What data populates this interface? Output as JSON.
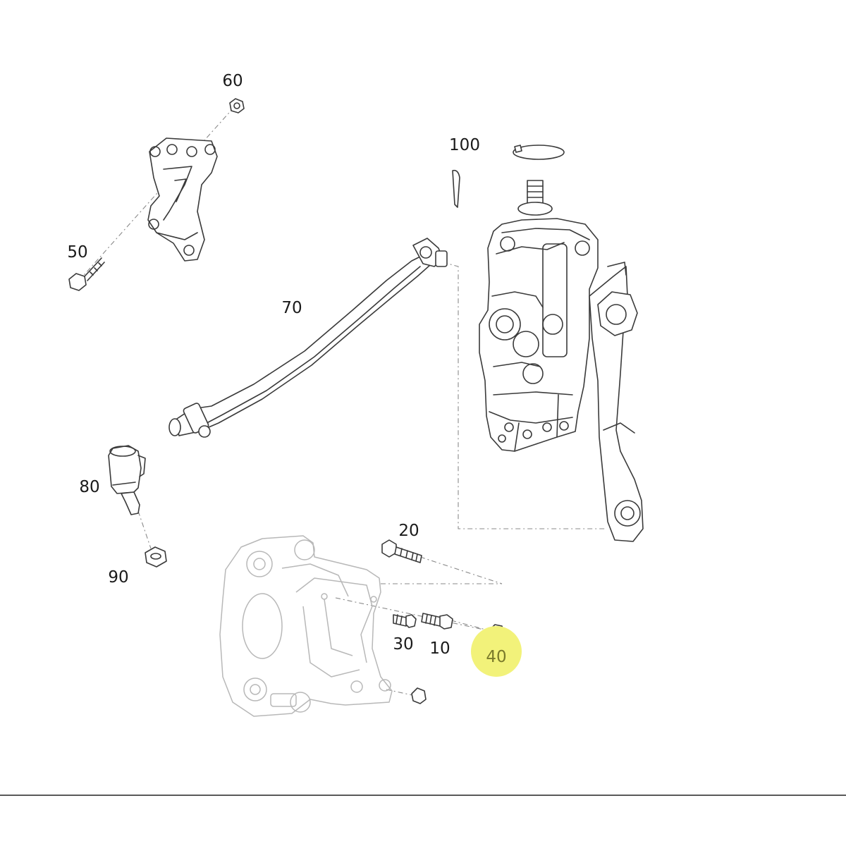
{
  "diagram": {
    "callouts": [
      {
        "id": "c60",
        "text": "60"
      },
      {
        "id": "c100",
        "text": "100"
      },
      {
        "id": "c50",
        "text": "50"
      },
      {
        "id": "c70",
        "text": "70"
      },
      {
        "id": "c80",
        "text": "80"
      },
      {
        "id": "c20",
        "text": "20"
      },
      {
        "id": "c90",
        "text": "90"
      },
      {
        "id": "c30",
        "text": "30"
      },
      {
        "id": "c10",
        "text": "10"
      },
      {
        "id": "c40",
        "text": "40"
      }
    ],
    "highlighted_callout": "40",
    "colors": {
      "highlight": "#f2f27a",
      "line": "#3a3a3a",
      "ghost": "#b8b8b8",
      "background": "#ffffff"
    }
  }
}
